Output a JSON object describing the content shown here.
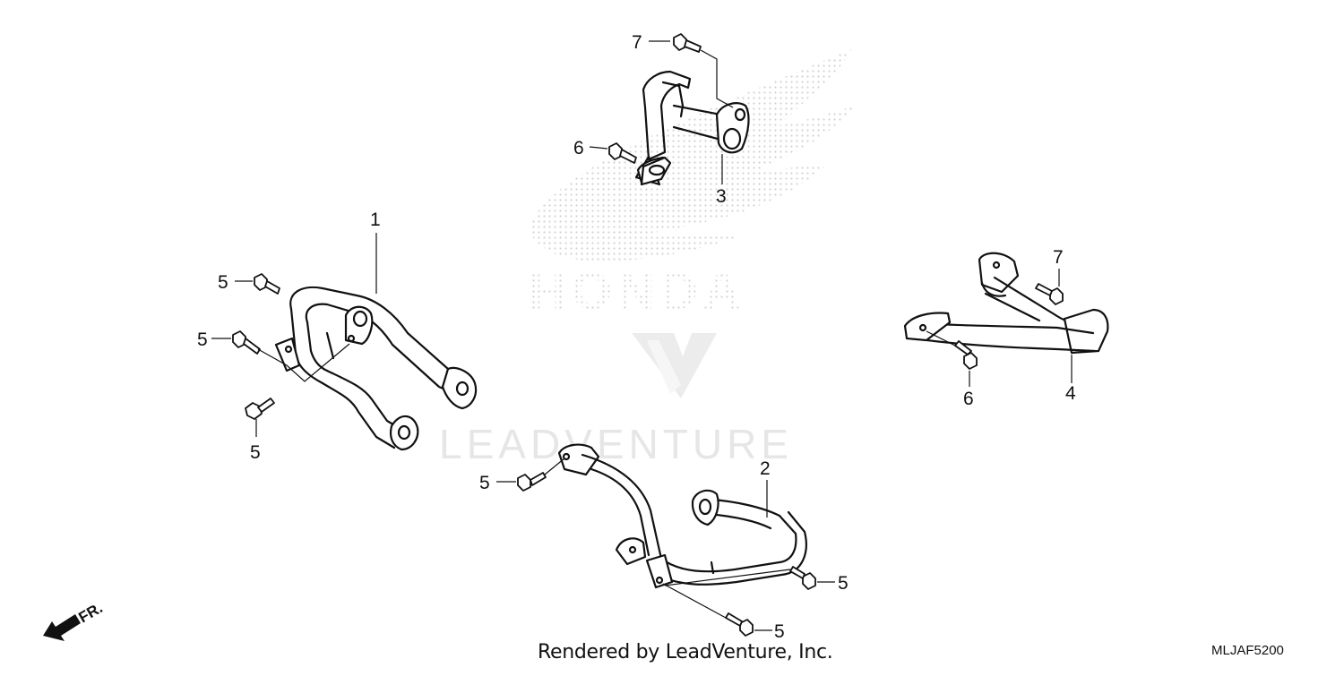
{
  "diagram": {
    "code": "MLJAF5200",
    "credit": "Rendered by LeadVenture, Inc.",
    "watermark_brand": "HONDA",
    "watermark_vendor": "LEADVENTURE",
    "front_label": "FR.",
    "callouts": {
      "part_1": "1",
      "part_2": "2",
      "part_3": "3",
      "part_4": "4",
      "bolt_5a": "5",
      "bolt_5b": "5",
      "bolt_5c": "5",
      "bolt_5d": "5",
      "bolt_5e": "5",
      "bolt_5f": "5",
      "bolt_6a": "6",
      "bolt_6b": "6",
      "bolt_7a": "7",
      "bolt_7b": "7"
    }
  }
}
